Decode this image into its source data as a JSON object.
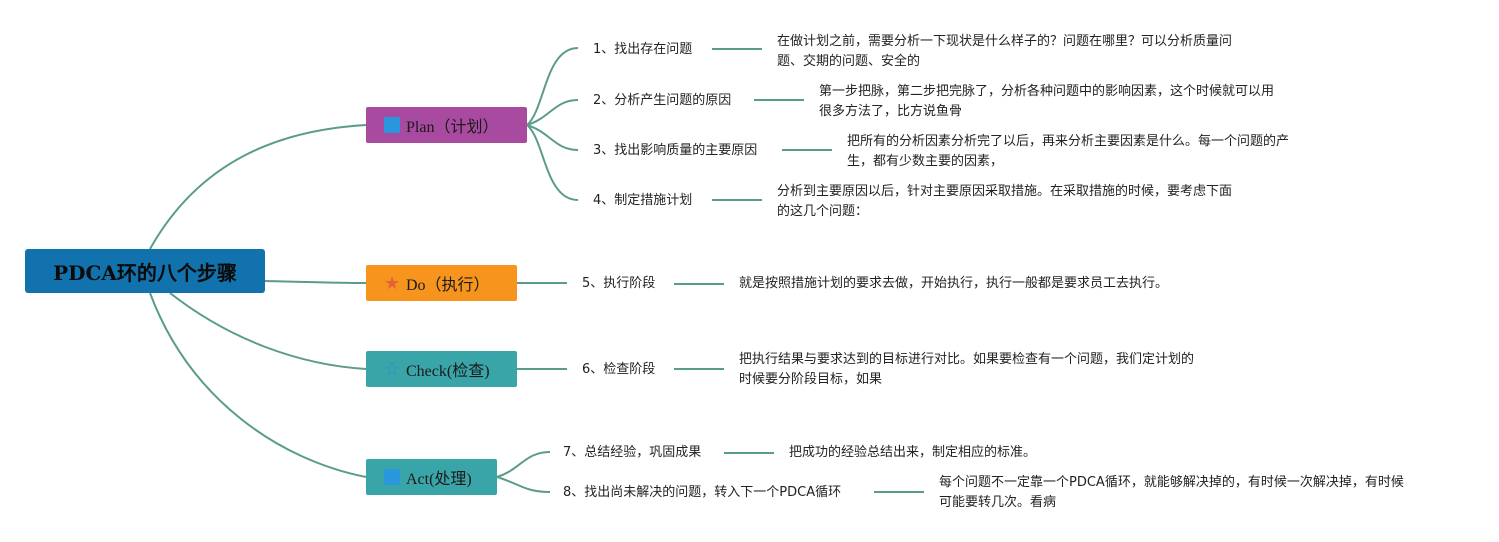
{
  "root": {
    "title": "PDCA环的八个步骤"
  },
  "branches": {
    "plan": {
      "label": "Plan（计划）",
      "color": "#a84ba0",
      "icon": "blue-square-icon"
    },
    "do": {
      "label": "Do（执行）",
      "color": "#f7941d",
      "icon": "orange-star-icon"
    },
    "check": {
      "label": "Check(检查)",
      "color": "#3aa5a8",
      "icon": "blue-star-outline-icon"
    },
    "act": {
      "label": "Act(处理)",
      "color": "#3aa5a8",
      "icon": "blue-square-icon"
    }
  },
  "steps": [
    {
      "label": "1、找出存在问题",
      "desc": [
        "在做计划之前，需要分析一下现状是什么样子的？问题在哪里？可以分析质量问",
        "题、交期的问题、安全的"
      ]
    },
    {
      "label": "2、分析产生问题的原因",
      "desc": [
        "第一步把脉，第二步把完脉了，分析各种问题中的影响因素，这个时候就可以用",
        "很多方法了，比方说鱼骨"
      ]
    },
    {
      "label": "3、找出影响质量的主要原因",
      "desc": [
        "把所有的分析因素分析完了以后，再来分析主要因素是什么。每一个问题的产",
        "生，都有少数主要的因素，"
      ]
    },
    {
      "label": "4、制定措施计划",
      "desc": [
        "分析到主要原因以后，针对主要原因采取措施。在采取措施的时候，要考虑下面",
        "的这几个问题："
      ]
    },
    {
      "label": "5、执行阶段",
      "desc": [
        "就是按照措施计划的要求去做，开始执行，执行一般都是要求员工去执行。"
      ]
    },
    {
      "label": "6、检查阶段",
      "desc": [
        "把执行结果与要求达到的目标进行对比。如果要检查有一个问题，我们定计划的",
        "时候要分阶段目标，如果"
      ]
    },
    {
      "label": "7、总结经验，巩固成果",
      "desc": [
        "把成功的经验总结出来，制定相应的标准。"
      ]
    },
    {
      "label": "8、找出尚未解决的问题，转入下一个PDCA循环",
      "desc": [
        "每个问题不一定靠一个PDCA循环，就能够解决掉的，有时候一次解决掉，有时候",
        "可能要转几次。看病"
      ]
    }
  ],
  "colors": {
    "connector": "#5a9c8c",
    "root": "#1172ad"
  }
}
